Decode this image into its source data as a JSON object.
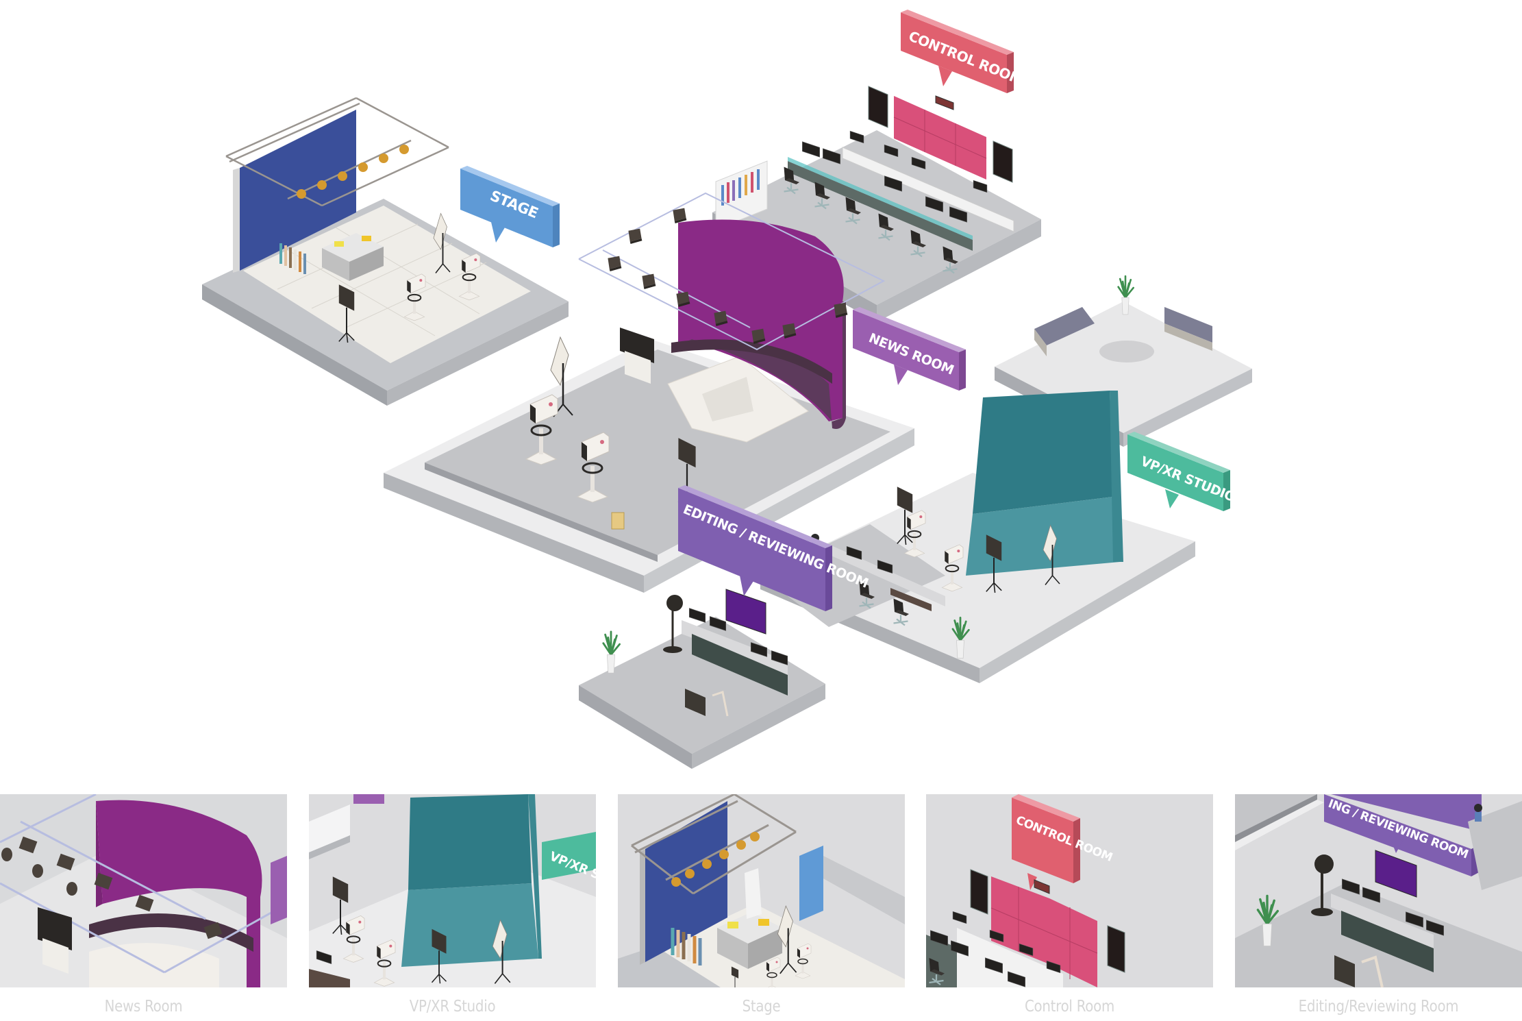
{
  "scene": {
    "title": "Broadcast studio isometric floor plan",
    "zone_labels": {
      "control_room": "CONTROL ROOM",
      "stage": "STAGE",
      "news_room": "NEWS ROOM",
      "vp_xr_studio": "VP/XR STUDIO",
      "editing_room": "EDITING / REVIEWING ROOM"
    },
    "colors": {
      "control_room": "#e0606f",
      "stage": "#5f9ad6",
      "news_room": "#9a5fb0",
      "vp_xr_studio": "#4dbb9d",
      "editing_room": "#7f5fb0",
      "stage_backdrop": "#3a4f9a",
      "news_backdrop": "#8a2a86",
      "vp_backdrop": "#2f7b86",
      "control_videowall": "#d9507a",
      "floor_light": "#e9e9ea",
      "floor_mid": "#c9cacd",
      "floor_side": "#a9abb0"
    }
  },
  "gallery": {
    "items": [
      {
        "id": "news-room",
        "caption": "News Room"
      },
      {
        "id": "vp-xr-studio",
        "caption": "VP/XR Studio"
      },
      {
        "id": "stage",
        "caption": "Stage"
      },
      {
        "id": "control-room",
        "caption": "Control Room"
      },
      {
        "id": "editing-reviewing-room",
        "caption": "Editing/Reviewing Room"
      }
    ]
  }
}
